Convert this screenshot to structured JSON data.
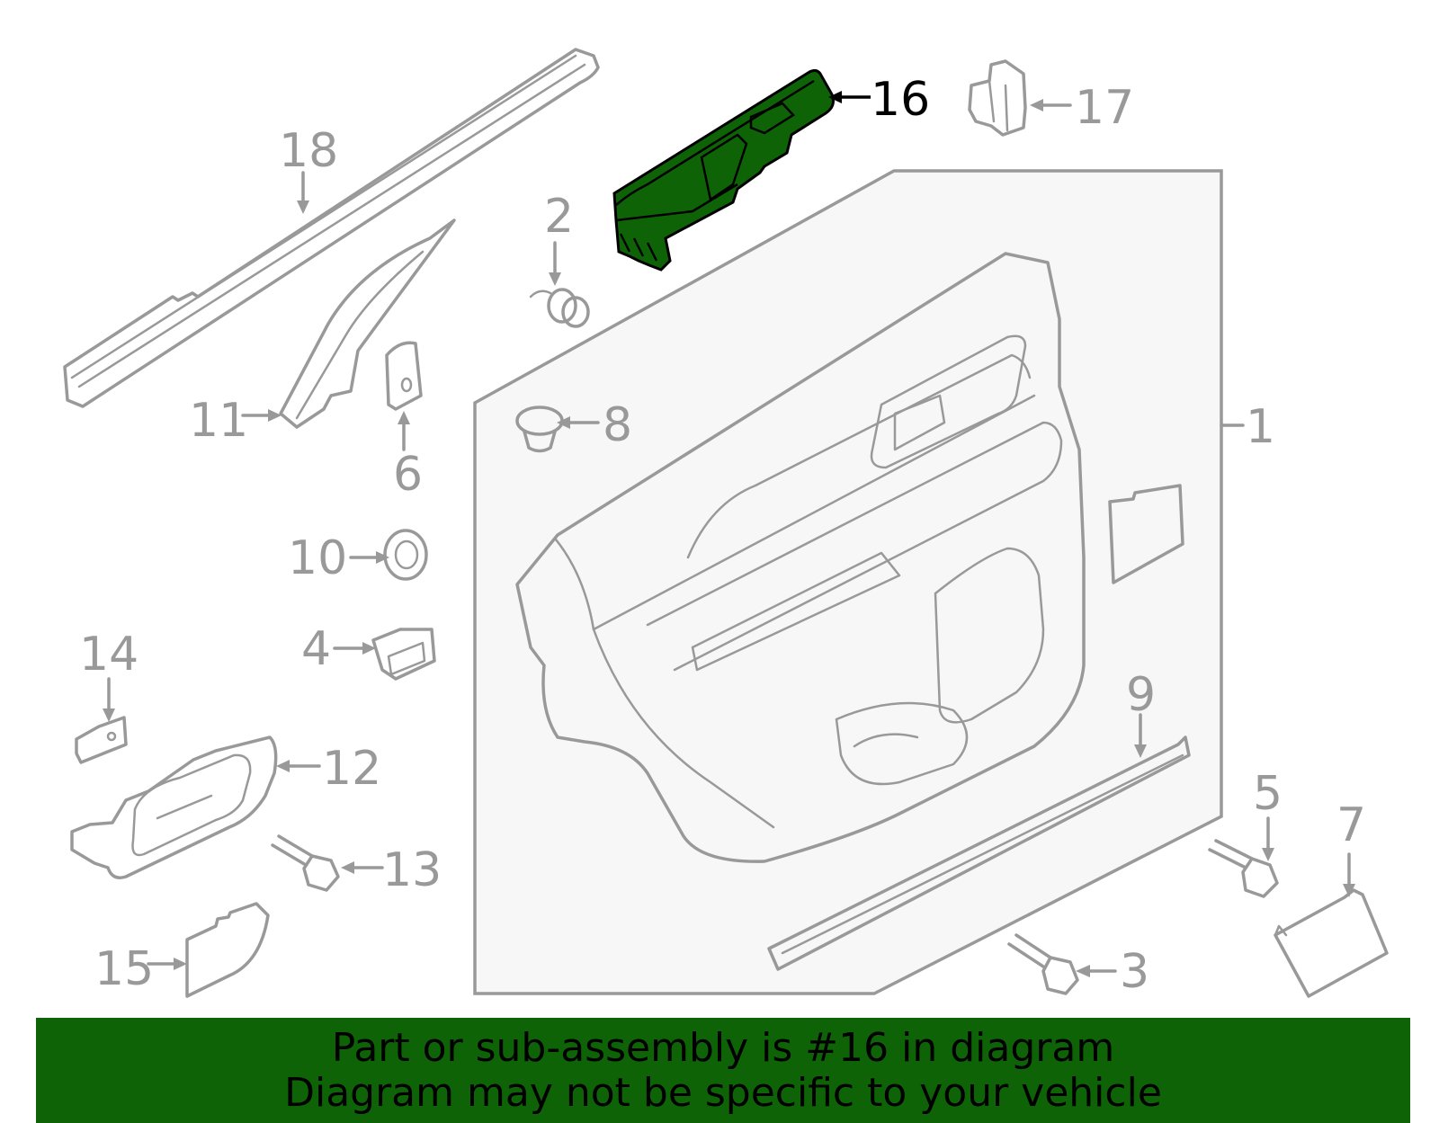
{
  "diagram": {
    "highlighted_part": "16",
    "highlight_color": "#0f6307",
    "line_color": "#999999",
    "callouts": {
      "c1": "1",
      "c2": "2",
      "c3": "3",
      "c4": "4",
      "c5": "5",
      "c6": "6",
      "c7": "7",
      "c8": "8",
      "c9": "9",
      "c10": "10",
      "c11": "11",
      "c12": "12",
      "c13": "13",
      "c14": "14",
      "c15": "15",
      "c16": "16",
      "c17": "17",
      "c18": "18"
    }
  },
  "banner": {
    "line1": "Part or sub-assembly is #16 in diagram",
    "line2": "Diagram may not be specific to your vehicle"
  }
}
